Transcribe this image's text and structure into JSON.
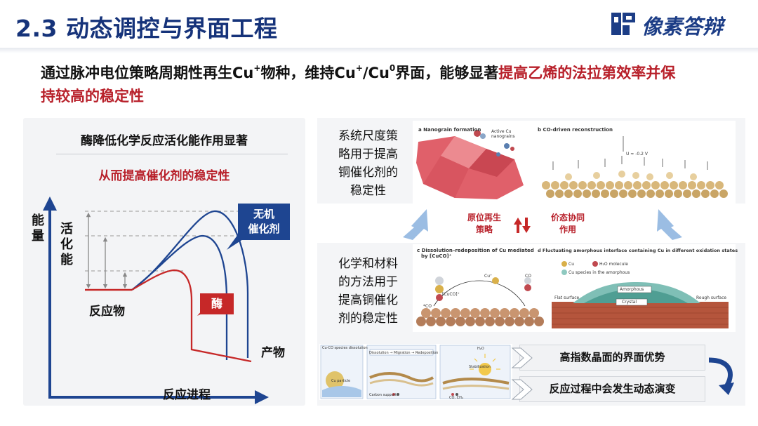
{
  "header": {
    "title": "2.3 动态调控与界面工程",
    "logo_text": "像素答辩",
    "brand_color": "#16337a",
    "accent_color": "#b8202a"
  },
  "lead": {
    "part1": "通过脉冲电位策略周期性再生Cu",
    "sup1": "+",
    "part2": "物种，维持Cu",
    "sup2": "+",
    "part3": "/Cu",
    "sup3": "0",
    "part4": "界面，能够显著",
    "highlight": "提高乙烯的法拉第效率并保",
    "line2": "持较高的稳定性"
  },
  "left_panel": {
    "line1": "酶降低化学反应活化能作用显著",
    "line2": "从而提高催化剂的稳定性",
    "y_label": [
      "能",
      "量"
    ],
    "activation_label": [
      "活",
      "化",
      "能"
    ],
    "reactant": "反应物",
    "product": "产物",
    "x_label": "反应进程",
    "inorganic_label_1": "无机",
    "inorganic_label_2": "催化剂",
    "enzyme_label": "酶"
  },
  "right_panel": {
    "system_text": [
      "系统尺度策",
      "略用于提高",
      "铜催化剂的",
      "稳定性"
    ],
    "chem_text": [
      "化学和材料",
      "的方法用于",
      "提高铜催化",
      "剂的稳定性"
    ],
    "regen": [
      "原位再生",
      "策略"
    ],
    "valence": [
      "价态协同",
      "作用"
    ],
    "fig_a_title": "a  Nanograin formation",
    "fig_a_note": [
      "Active Cu",
      "nanograins"
    ],
    "fig_b_title": "b  CO-driven reconstruction",
    "fig_b_note": "U ≈ -0.2 V",
    "fig_c_title": [
      "c  Dissolution–redeposition of Cu mediated",
      "by [CuCO]⁺"
    ],
    "fig_c_labels": [
      "[CuCO]⁺",
      "Cu⁺",
      "*CO",
      "CO"
    ],
    "fig_d_title": "d  Fluctuating amorphous interface containing Cu in different oxidation states",
    "fig_d_legend": [
      "Cu",
      "H₂O molecule",
      "Cu species in the amorphous"
    ],
    "fig_d_labels": [
      "Flat surface",
      "Rough surface",
      "Amorphous",
      "Crystal"
    ]
  },
  "bottom": {
    "box1": "高指数晶面的界面优势",
    "box2": "反应过程中会发生动态演变",
    "strip_labels": [
      "Cu-CO species dissolution",
      "Dissolution → Migration → Redeposition",
      "Cu particle",
      "Carbon support",
      "Stabilization",
      "H₂O",
      "CO, CH₄"
    ]
  }
}
